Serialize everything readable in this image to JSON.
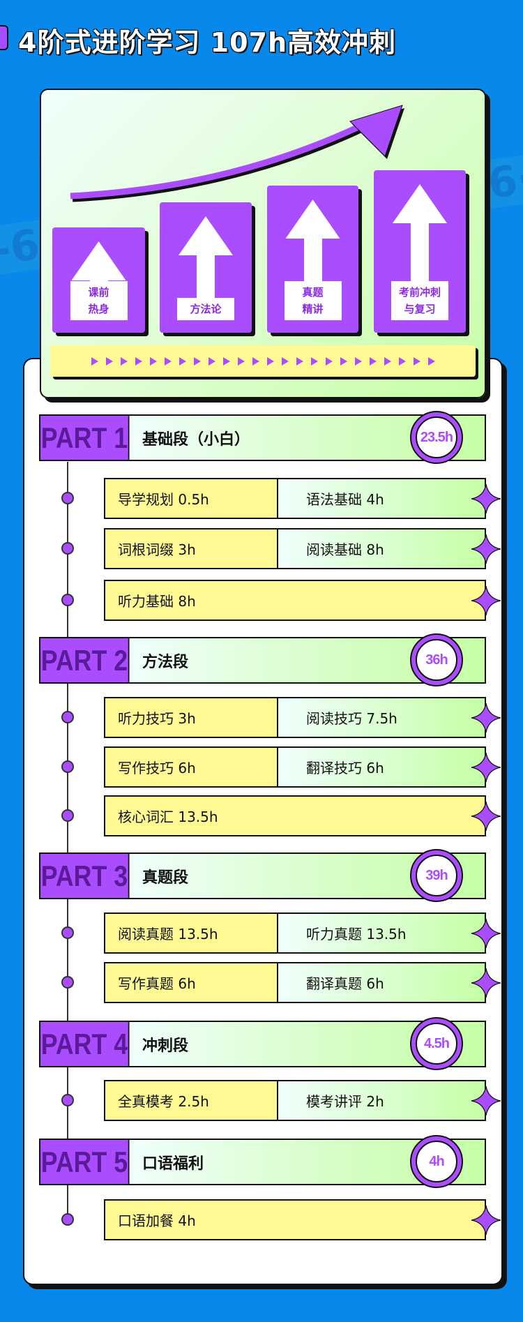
{
  "title": "4阶式进阶学习 107h高效冲刺",
  "watermarks": [
    "-6",
    "6·"
  ],
  "stages": [
    {
      "label": "课前\n热身"
    },
    {
      "label": "方法论"
    },
    {
      "label": "真题\n精讲"
    },
    {
      "label": "考前冲刺\n与复习"
    }
  ],
  "colors": {
    "background": "#0788ea",
    "accent": "#aa4dff",
    "yellow": "#fff993",
    "green": "#c6ffa6"
  },
  "parts": [
    {
      "tag": "PART 1",
      "name": "基础段（小白）",
      "hours": "23.5h",
      "rows": [
        [
          "导学规划 0.5h",
          "语法基础 4h"
        ],
        [
          "词根词缀 3h",
          "阅读基础 8h"
        ],
        [
          "听力基础 8h"
        ]
      ]
    },
    {
      "tag": "PART 2",
      "name": "方法段",
      "hours": "36h",
      "rows": [
        [
          "听力技巧 3h",
          "阅读技巧 7.5h"
        ],
        [
          "写作技巧 6h",
          "翻译技巧 6h"
        ],
        [
          "核心词汇 13.5h"
        ]
      ]
    },
    {
      "tag": "PART 3",
      "name": "真题段",
      "hours": "39h",
      "rows": [
        [
          "阅读真题 13.5h",
          "听力真题 13.5h"
        ],
        [
          "写作真题 6h",
          "翻译真题 6h"
        ]
      ]
    },
    {
      "tag": "PART 4",
      "name": "冲刺段",
      "hours": "4.5h",
      "rows": [
        [
          "全真模考  2.5h",
          "模考讲评  2h"
        ]
      ]
    },
    {
      "tag": "PART 5",
      "name": "口语福利",
      "hours": "4h",
      "rows": [
        [
          "口语加餐  4h"
        ]
      ]
    }
  ]
}
